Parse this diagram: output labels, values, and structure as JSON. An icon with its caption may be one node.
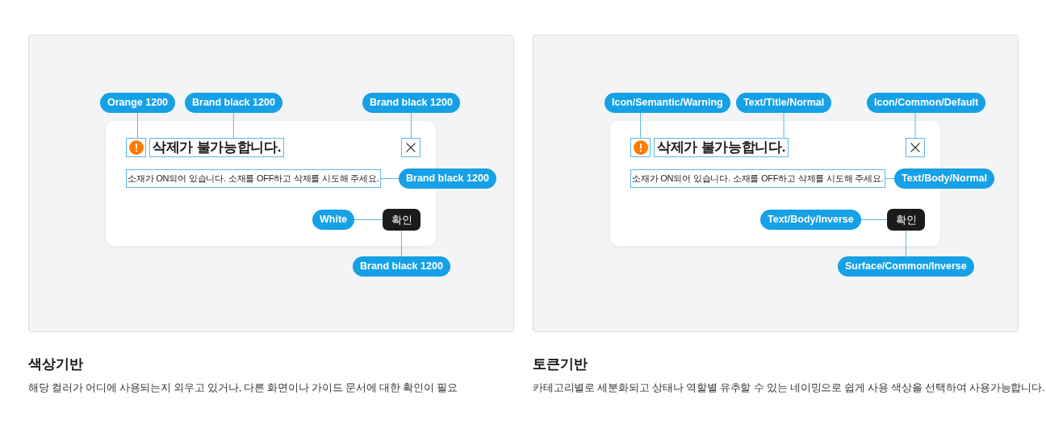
{
  "diagram": {
    "nodes": [
      {
        "text": [
          "색상기반",
          "해당 컬러가 어디에 사용되는지 외우고 있거나, 다른 화면이나 가이드 문서에 대한 확인이 필요"
        ]
      },
      {
        "text": [
          "Orange 1200"
        ],
        "in": 0
      },
      {
        "text": [
          "Brand black 1200"
        ],
        "in": 0
      },
      {
        "text": [
          "Brand black 1200"
        ],
        "in": 0
      },
      {
        "text": [],
        "shape": "box",
        "in": 0
      },
      {
        "text": [],
        "shape": "circle",
        "in": 4
      },
      {
        "text": [
          "삭제가 불가능합니다."
        ],
        "in": 4
      },
      {
        "text": [],
        "shape": "cross",
        "in": 4
      },
      {
        "text": [
          "소재가 ON되어 있습니다. 소재를 OFF하고 삭제를 시도해 주세요."
        ],
        "in": 4
      },
      {
        "text": [
          "Brand black 1200"
        ],
        "in": 0
      },
      {
        "text": [
          "White"
        ],
        "in": 4
      },
      {
        "text": [
          "확인"
        ],
        "in": 4
      },
      {
        "text": [
          "Brand black 1200"
        ],
        "in": 0
      },
      {
        "text": [
          "토큰기반",
          "카테고리별로 세분화되고 상태나 역할별 유추할 수 있는 네이밍으로 쉽게 사용 색상을 선택하여 사용가능합니다."
        ]
      },
      {
        "text": [
          "Icon/Semantic/Warning"
        ],
        "in": 13
      },
      {
        "text": [
          "Text/Title/Normal"
        ],
        "in": 13
      },
      {
        "text": [
          "Icon/Common/Default"
        ],
        "in": 13
      },
      {
        "text": [],
        "shape": "box",
        "in": 13
      },
      {
        "text": [],
        "shape": "circle",
        "in": 17
      },
      {
        "text": [
          "삭제가 불가능합니다."
        ],
        "in": 17
      },
      {
        "text": [],
        "shape": "cross",
        "in": 17
      },
      {
        "text": [
          "소재가 ON되어 있습니다. 소재를 OFF하고 삭제를 시도해 주세요."
        ],
        "in": 17
      },
      {
        "text": [
          "Text/Body/Normal"
        ],
        "in": 13
      },
      {
        "text": [
          "Text/Body/Inverse"
        ],
        "in": 17
      },
      {
        "text": [
          "확인"
        ],
        "in": 17
      },
      {
        "text": [
          "Surface/Common/Inverse"
        ],
        "in": 13
      }
    ],
    "edges": [
      {
        "from": 1,
        "to": 5,
        "arrow": "none"
      },
      {
        "from": 2,
        "to": 6,
        "arrow": "none"
      },
      {
        "from": 3,
        "to": 7,
        "arrow": "none"
      },
      {
        "from": 9,
        "to": 8,
        "arrow": "none"
      },
      {
        "from": 10,
        "to": 11,
        "arrow": "none"
      },
      {
        "from": 12,
        "to": 11,
        "arrow": "none"
      },
      {
        "from": 14,
        "to": 18,
        "arrow": "none"
      },
      {
        "from": 15,
        "to": 19,
        "arrow": "none"
      },
      {
        "from": 16,
        "to": 20,
        "arrow": "none"
      },
      {
        "from": 22,
        "to": 21,
        "arrow": "none"
      },
      {
        "from": 23,
        "to": 24,
        "arrow": "none"
      },
      {
        "from": 25,
        "to": 24,
        "arrow": "none"
      }
    ]
  }
}
